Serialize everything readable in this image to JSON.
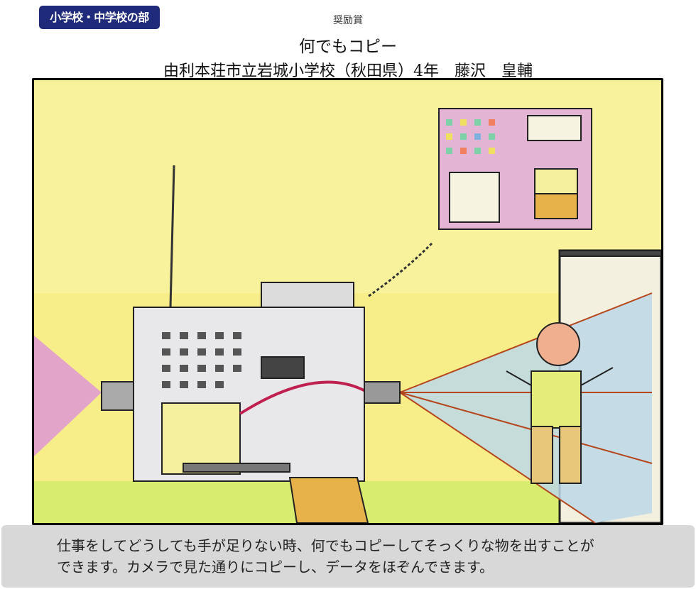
{
  "category_badge": "小学校・中学校の部",
  "award": "奨励賞",
  "artwork": {
    "title": "何でもコピー",
    "author_line": "由利本荘市立岩城小学校（秋田県）4年　藤沢　皇輔"
  },
  "description": {
    "line1": "仕事をしてどうしても手が足りない時、何でもコピーしてそっくりな物を出すことが",
    "line2": "できます。カメラで見た通りにコピーし、データをほぞんできます。"
  },
  "colors": {
    "badge": "#1f2a7a",
    "caption_bg": "#d8d8d8",
    "sky": "#f7ee8a",
    "ground": "#d8ec70"
  }
}
